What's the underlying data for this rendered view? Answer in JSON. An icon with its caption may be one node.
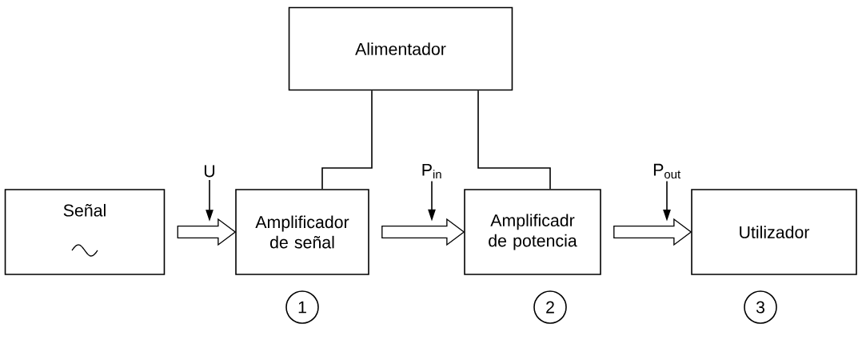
{
  "diagram": {
    "nodes": [
      {
        "text": [
          "Alimentador"
        ]
      },
      {
        "text": [
          "U"
        ]
      },
      {
        "text": [
          "P$_{in}$"
        ]
      },
      {
        "text": [
          "P$_{out}$"
        ]
      },
      {
        "text": [
          "Señal"
        ]
      },
      {
        "text": [
          "Amplificador de señal"
        ]
      },
      {
        "text": [
          "Amplificadr de potencia"
        ]
      },
      {
        "text": [
          "Utilizador"
        ]
      },
      {
        "text": [
          "1"
        ]
      },
      {
        "text": [
          "2"
        ]
      },
      {
        "text": [
          "3"
        ]
      }
    ],
    "edges": [
      {
        "from": 0,
        "to": 5,
        "arrow": "none"
      },
      {
        "from": 0,
        "to": 6,
        "arrow": "none"
      },
      {
        "from": 1,
        "to": null,
        "arrow": "to"
      },
      {
        "from": 2,
        "to": null,
        "arrow": "to"
      },
      {
        "from": 3,
        "to": null,
        "arrow": "to"
      },
      {
        "from": 4,
        "to": 5,
        "arrow": "to",
        "style": "thick"
      },
      {
        "from": 5,
        "to": 6,
        "arrow": "to",
        "style": "thick"
      },
      {
        "from": 6,
        "to": 7,
        "arrow": "to",
        "style": "thick"
      }
    ]
  }
}
